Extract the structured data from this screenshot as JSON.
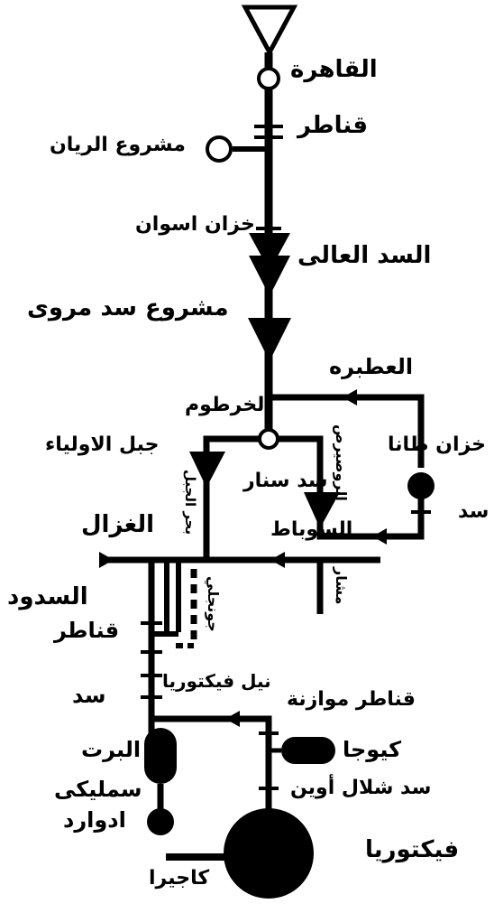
{
  "labels": {
    "cairo": "القاهرة",
    "qanater": "قناطر",
    "rayan_project": "مشروع الريان",
    "aswan_reservoir": "خزان اسوان",
    "high_dam": "السد العالى",
    "merowe_project": "مشروع سد مروى",
    "atbara": "العطبره",
    "khartoum": "الخرطوم",
    "jebel_awliya": "جبل الاولياء",
    "tana_reservoir": "خزان طانا",
    "sennar_dam": "سد سنار",
    "roseires": "الروصيرص",
    "sobat": "السوباط",
    "ghazal": "الغزال",
    "dam_right": "سد",
    "sudd": "السدود",
    "qanater2": "قناطر",
    "jonglei": "جونجلي",
    "bahr_jabal": "بحر الجبل",
    "machar": "مشار",
    "victoria_nile": "نيل فيكتوريا",
    "dam_left": "سد",
    "qanater_balancing": "قناطر موازنة",
    "albert": "البرت",
    "kyoga": "كيوجا",
    "owen_falls_dam": "سد شلال أوين",
    "semliki": "سمليكى",
    "edward": "ادوارد",
    "victoria": "فيكتوريا",
    "kagera": "كاجيرا"
  },
  "colors": {
    "ink": "#000000",
    "paper": "#ffffff"
  }
}
